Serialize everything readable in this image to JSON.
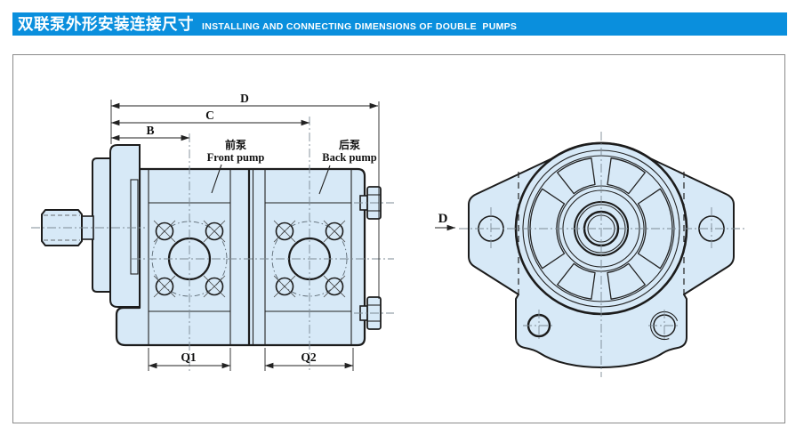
{
  "header": {
    "title_cn": "双联泵外形安装连接尺寸",
    "title_en": "INSTALLING AND CONNECTING DIMENSIONS OF DOUBLE  PUMPS"
  },
  "side_view": {
    "dim_d": "D",
    "dim_c": "C",
    "dim_b": "B",
    "dim_q1": "Q1",
    "dim_q2": "Q2",
    "front_pump_cn": "前泵",
    "front_pump_en": "Front pump",
    "back_pump_cn": "后泵",
    "back_pump_en": "Back pump"
  },
  "front_view": {
    "view_label": "D"
  },
  "colors": {
    "header_blue": "#0a8fdd",
    "body_fill": "#d7e9f7",
    "outline": "#1c1c1c",
    "centerline": "#7e8b95",
    "panel_border": "#8a8a8a"
  }
}
